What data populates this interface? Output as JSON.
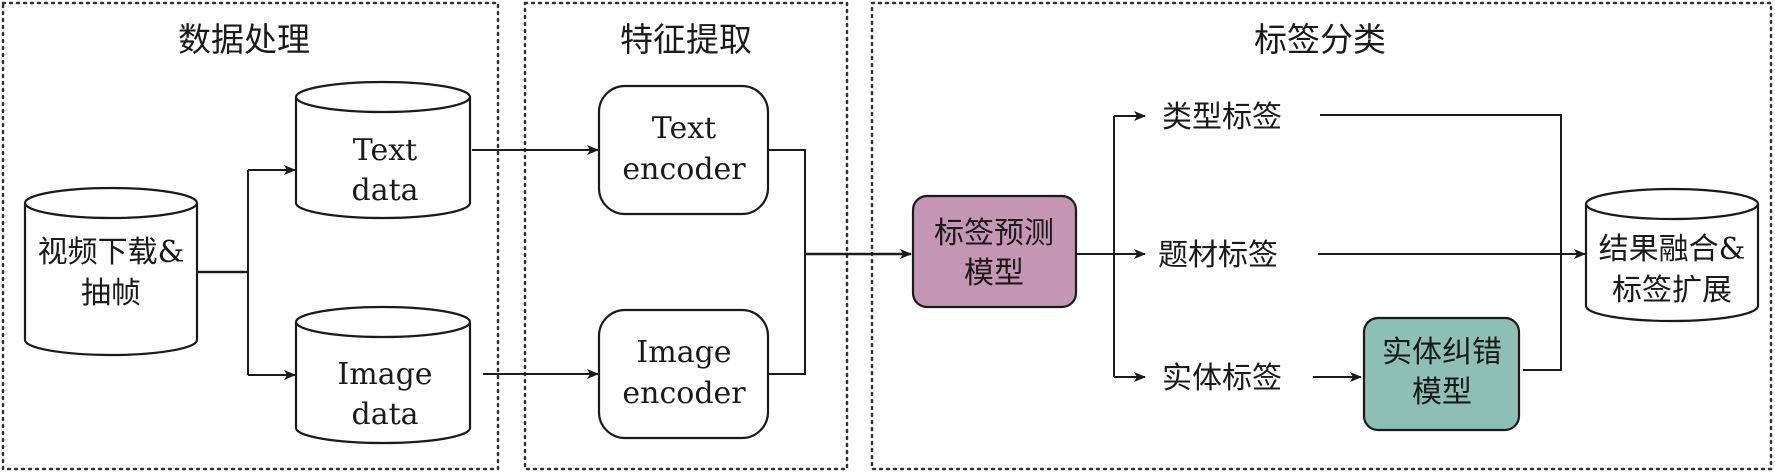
{
  "sections": {
    "data_processing": "数据处理",
    "feature_extraction": "特征提取",
    "label_classification": "标签分类"
  },
  "nodes": {
    "video": [
      "视频下载&",
      "抽帧"
    ],
    "text_data": [
      "Text",
      "data"
    ],
    "image_data": [
      "Image",
      "data"
    ],
    "text_encoder": [
      "Text",
      "encoder"
    ],
    "image_encoder": [
      "Image",
      "encoder"
    ],
    "predict_model": [
      "标签预测",
      "模型"
    ],
    "type_label": "类型标签",
    "topic_label": "题材标签",
    "entity_label": "实体标签",
    "correction_model": [
      "实体纠错",
      "模型"
    ],
    "fusion": [
      "结果融合&",
      "标签扩展"
    ]
  },
  "colors": {
    "predict_model_fill": "#c596b3",
    "correction_model_fill": "#8dbfb5",
    "stroke": "#1a1a1a"
  }
}
